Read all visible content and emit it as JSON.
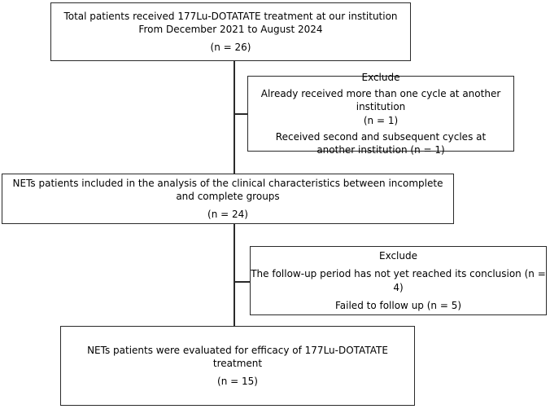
{
  "box1": {
    "line1": "Total patients received 177Lu-DOTATATE treatment at our institution",
    "line2": "From December 2021 to August 2024",
    "count": "(n = 26)"
  },
  "exclude1": {
    "title": "Exclude",
    "item1": "Already received more than one cycle at another institution",
    "item1_count": "(n = 1)",
    "item2": "Received second and subsequent cycles at another institution (n = 1)"
  },
  "box2": {
    "line1": "NETs patients included in the analysis of the clinical characteristics between incomplete and complete groups",
    "count": "(n = 24)"
  },
  "exclude2": {
    "title": "Exclude",
    "item1": "The follow-up period has not yet reached its conclusion (n = 4)",
    "item2": "Failed to follow up (n = 5)"
  },
  "box3": {
    "line1": "NETs patients were evaluated for efficacy of 177Lu-DOTATATE treatment",
    "count": "(n = 15)"
  }
}
